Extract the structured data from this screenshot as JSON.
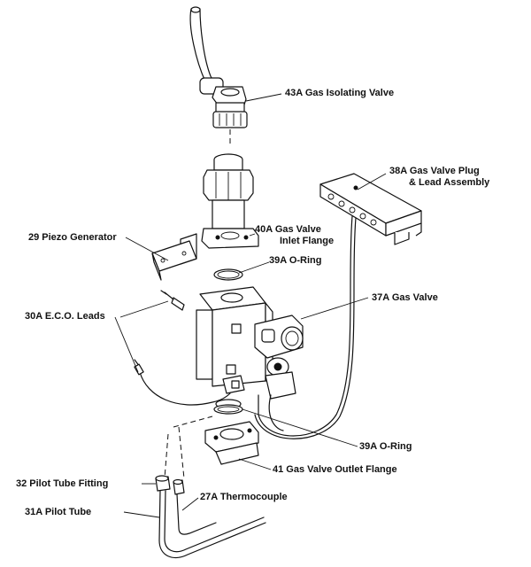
{
  "labels": {
    "l43a": "43A  Gas Isolating Valve",
    "l38a_1": "38A  Gas Valve Plug",
    "l38a_2": "& Lead Assembly",
    "l29": "29  Piezo Generator",
    "l40a_1": "40A  Gas Valve",
    "l40a_2": "Inlet Flange",
    "l39a_top": "39A  O-Ring",
    "l37a": "37A  Gas Valve",
    "l30a": "30A  E.C.O. Leads",
    "l39a_bottom": "39A  O-Ring",
    "l41": "41  Gas Valve Outlet Flange",
    "l32": "32  Pilot Tube Fitting",
    "l27a": "27A  Thermocouple",
    "l31a": "31A  Pilot Tube"
  }
}
